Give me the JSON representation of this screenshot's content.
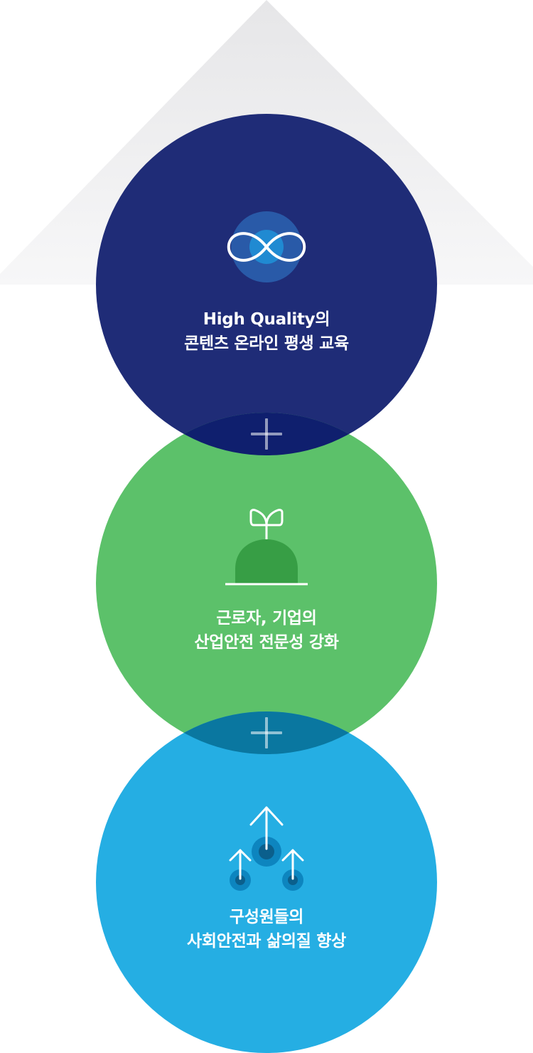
{
  "colors": {
    "navy": "#1f2c77",
    "green": "#5cc16a",
    "sky": "#25aee3",
    "navy_green_overlap": "#0f1f6e",
    "green_sky_overlap": "#0a77a0",
    "backdrop": "#eeeeef",
    "plus": "#ffffff"
  },
  "items": [
    {
      "icon": "infinity-icon",
      "line1": "High Quality의",
      "line2": "콘텐츠 온라인 평생 교육"
    },
    {
      "icon": "sprout-icon",
      "line1": "근로자, 기업의",
      "line2": "산업안전 전문성 강화"
    },
    {
      "icon": "growth-arrows-icon",
      "line1": "구성원들의",
      "line2": "사회안전과 삶의질 향상"
    }
  ],
  "connectors": [
    "plus-icon",
    "plus-icon"
  ]
}
